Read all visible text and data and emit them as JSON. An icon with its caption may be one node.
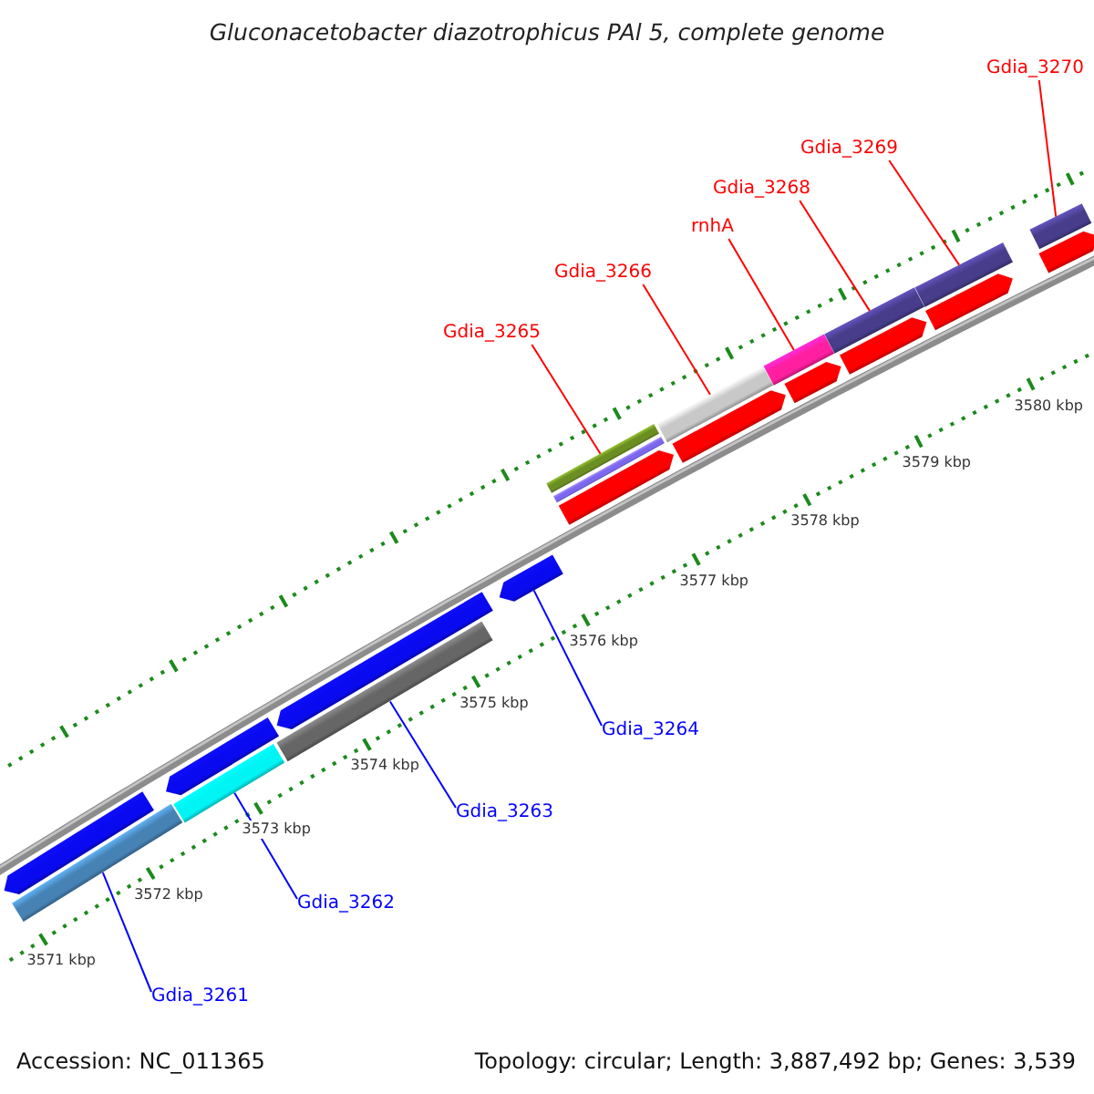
{
  "diagram": {
    "title": "Gluconacetobacter diazotrophicus PAl 5, complete genome",
    "nodes": [
      {
        "text": [
          "Gdia_3270"
        ]
      },
      {
        "text": [
          "Gdia_3269"
        ]
      },
      {
        "text": [
          "Gdia_3268"
        ]
      },
      {
        "text": [
          "rnhA"
        ]
      },
      {
        "text": [
          "Gdia_3266"
        ]
      },
      {
        "text": [
          "Gdia_3265"
        ]
      },
      {
        "text": [
          "Gdia_3264"
        ]
      },
      {
        "text": [
          "Gdia_3263"
        ]
      },
      {
        "text": [
          "Gdia_3262"
        ]
      },
      {
        "text": [
          "Gdia_3261"
        ]
      },
      {
        "text": [],
        "shape": "bar"
      },
      {
        "text": [],
        "shape": "pentagon"
      },
      {
        "text": [],
        "shape": "pentagon"
      },
      {
        "text": [],
        "shape": "bar"
      },
      {
        "text": [],
        "shape": "bar"
      },
      {
        "text": [],
        "shape": "pentagon"
      },
      {
        "text": [],
        "shape": "pentagon"
      },
      {
        "text": [],
        "shape": "bar"
      },
      {
        "text": [],
        "shape": "bar"
      },
      {
        "text": [],
        "shape": "pentagon"
      },
      {
        "text": [],
        "shape": "bar"
      },
      {
        "text": [],
        "shape": "pentagon"
      },
      {
        "text": [],
        "shape": "bar"
      },
      {
        "text": [],
        "shape": "pentagon"
      },
      {
        "text": [],
        "shape": "bar"
      },
      {
        "text": [],
        "shape": "pentagon"
      },
      {
        "text": [],
        "shape": "bar"
      },
      {
        "text": [],
        "shape": "pentagon"
      },
      {
        "text": [],
        "shape": "bar"
      },
      {
        "text": [],
        "shape": "pentagon"
      }
    ],
    "edges": [
      {
        "from": 0,
        "to": 28,
        "arrow": "none"
      },
      {
        "from": 1,
        "to": 26,
        "arrow": "none"
      },
      {
        "from": 2,
        "to": 24,
        "arrow": "none"
      },
      {
        "from": 3,
        "to": 22,
        "arrow": "none"
      },
      {
        "from": 4,
        "to": 20,
        "arrow": "none"
      },
      {
        "from": 5,
        "to": 17,
        "arrow": "none"
      },
      {
        "from": 6,
        "to": 16,
        "arrow": "none",
        "color": "#0000ff"
      },
      {
        "from": 7,
        "to": 14,
        "arrow": "none",
        "color": "#0000ff"
      },
      {
        "from": 8,
        "to": 13,
        "arrow": "none",
        "color": "#0000ff"
      },
      {
        "from": 9,
        "to": 10,
        "arrow": "none",
        "color": "#0000ff"
      }
    ],
    "labels": [
      "3580 kbp",
      "3579 kbp",
      "3578 kbp",
      "3577 kbp",
      "3576 kbp",
      "3575 kbp",
      "3574 kbp",
      "3573 kbp",
      "3572 kbp",
      "3571 kbp",
      "Accession: NC_011365",
      "Topology: circular; Length: 3,887,492 bp; Genes: 3,539"
    ]
  }
}
